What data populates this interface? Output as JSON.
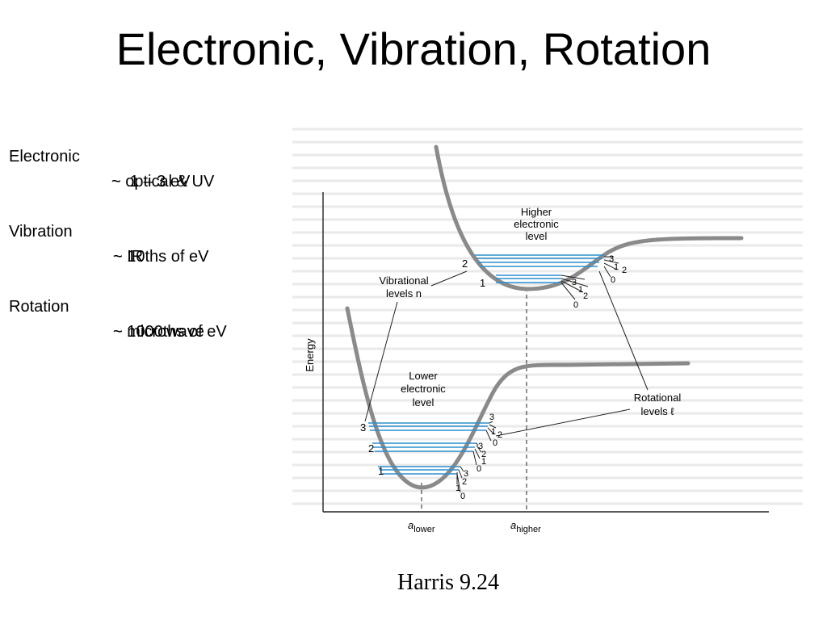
{
  "slide": {
    "title": "Electronic, Vibration, Rotation",
    "caption": "Harris 9.24"
  },
  "notes": [
    {
      "label": "Electronic",
      "lines": [
        "~ optical & UV",
        "~  1 – 3 eV"
      ]
    },
    {
      "label": "Vibration",
      "lines": [
        "~ IR",
        "~ 10ths of eV"
      ]
    },
    {
      "label": "Rotation",
      "lines": [
        "~ microwave",
        "~ 1000ths of eV"
      ]
    }
  ],
  "figure": {
    "y_axis_label": "Energy",
    "x_ticks": [
      {
        "symbol": "a",
        "subscript": "lower"
      },
      {
        "symbol": "a",
        "subscript": "higher"
      }
    ],
    "higher_level_label": [
      "Higher",
      "electronic",
      "level"
    ],
    "lower_level_label": [
      "Lower",
      "electronic",
      "level"
    ],
    "vibrational_label": [
      "Vibrational",
      "levels n"
    ],
    "rotational_label": [
      "Rotational",
      "levels ℓ"
    ],
    "higher_vibrational_numbers": [
      "1",
      "2"
    ],
    "lower_vibrational_numbers": [
      "1",
      "2",
      "3"
    ],
    "rotational_numbers": [
      "3",
      "2",
      "1",
      "0"
    ],
    "colors": {
      "curve": "#8a8a8a",
      "levels": "#2a8fd0",
      "lines": "#222222"
    }
  }
}
